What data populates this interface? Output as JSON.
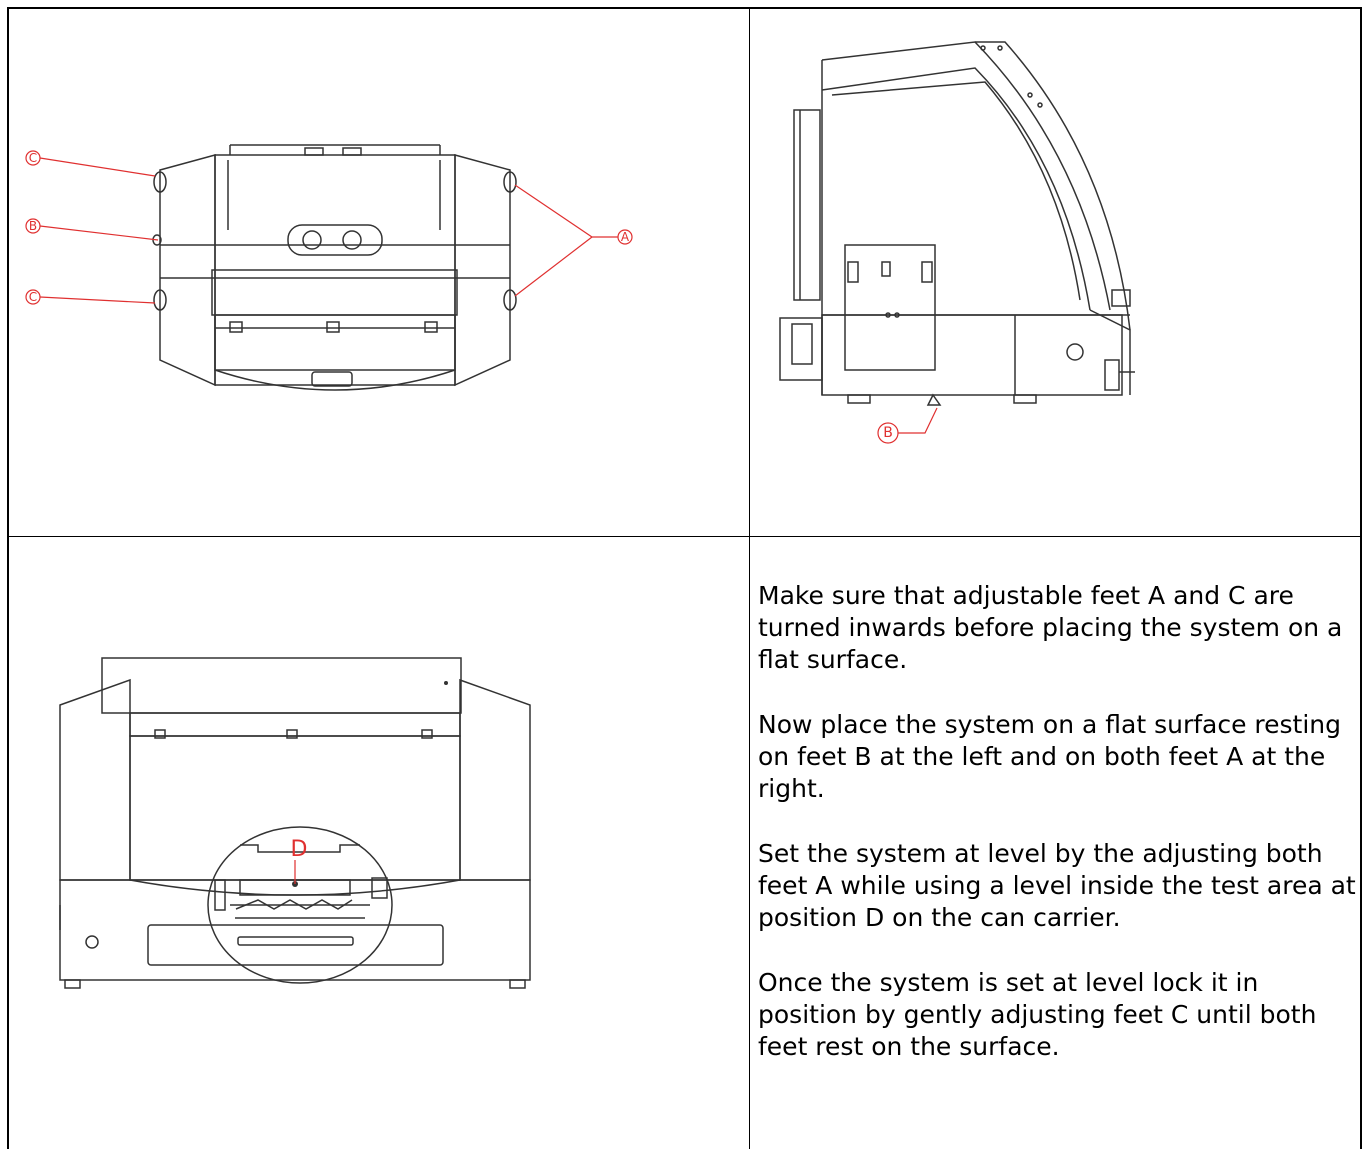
{
  "callouts": {
    "top_left": {
      "c_upper": "C",
      "b": "B",
      "c_lower": "C",
      "a": "A"
    },
    "top_right": {
      "b": "B"
    },
    "bottom_left": {
      "d": "D"
    }
  },
  "instructions": [
    "Make sure that adjustable feet A and C are turned inwards before placing the system on a flat surface.",
    "Now place the system on a flat surface resting on feet B at the left and on both feet A at the right.",
    "Set the system at level by the adjusting both feet A while using a level inside the test area at position D  on the can carrier.",
    "Once the system is set at level lock it in position by gently adjusting feet C until both feet rest on the surface."
  ],
  "colors": {
    "callout": "#e03030",
    "line": "#000000"
  }
}
